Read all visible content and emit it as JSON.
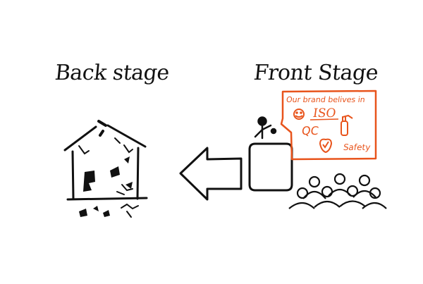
{
  "backstage": {
    "title": "Back stage"
  },
  "frontstage": {
    "title": "Front Stage"
  },
  "sign": {
    "line": "Our brand belives in",
    "iso": "ISO",
    "qc": "QC",
    "safety": "Safety"
  },
  "colors": {
    "ink": "#111111",
    "accent": "#e8541c"
  }
}
